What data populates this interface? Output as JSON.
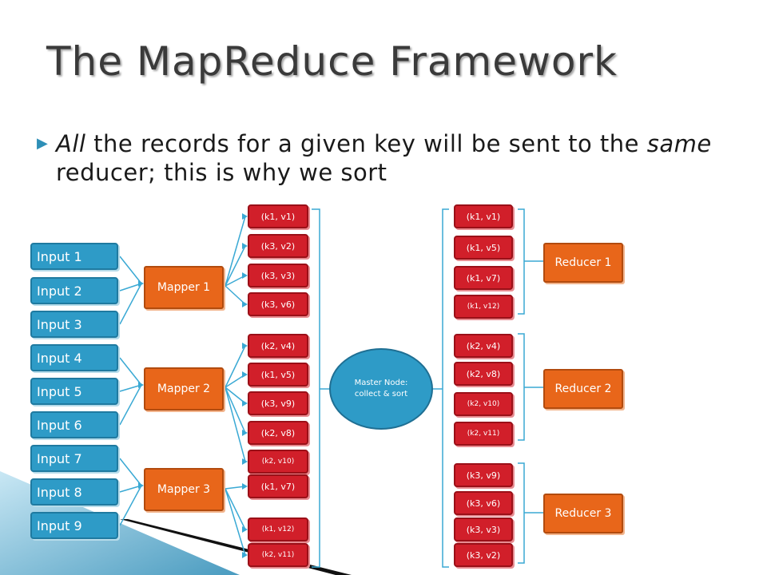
{
  "title": "The MapReduce Framework",
  "bullet": {
    "word_all": "All",
    "part1": " the records for a given ",
    "word_key": "key",
    "part2": " will be sent to the ",
    "word_same": "same",
    "part3": " reducer; this is why we sort"
  },
  "inputs": [
    "Input 1",
    "Input 2",
    "Input 3",
    "Input 4",
    "Input 5",
    "Input 6",
    "Input 7",
    "Input 8",
    "Input 9"
  ],
  "mappers": [
    "Mapper 1",
    "Mapper 2",
    "Mapper 3"
  ],
  "map_outputs": [
    "(k1, v1)",
    "(k3, v2)",
    "(k3, v3)",
    "(k3, v6)",
    "(k2, v4)",
    "(k1, v5)",
    "(k3, v9)",
    "(k2, v8)",
    "(k2, v10)",
    "(k1, v7)",
    "(k1, v12)",
    "(k2, v11)"
  ],
  "master_node": {
    "line1": "Master Node:",
    "line2": "collect & sort"
  },
  "sorted_outputs": [
    "(k1, v1)",
    "(k1, v5)",
    "(k1, v7)",
    "(k1, v12)",
    "(k2, v4)",
    "(k2, v8)",
    "(k2, v10)",
    "(k2, v11)",
    "(k3, v9)",
    "(k3, v6)",
    "(k3, v3)",
    "(k3, v2)"
  ],
  "reducers": [
    "Reducer 1",
    "Reducer 2",
    "Reducer 3"
  ],
  "colors": {
    "input": "#2e9bc7",
    "mapper": "#e8661a",
    "kv": "#d11f2a",
    "connector": "#3aa9d4",
    "accent": "#2e8fb7"
  }
}
